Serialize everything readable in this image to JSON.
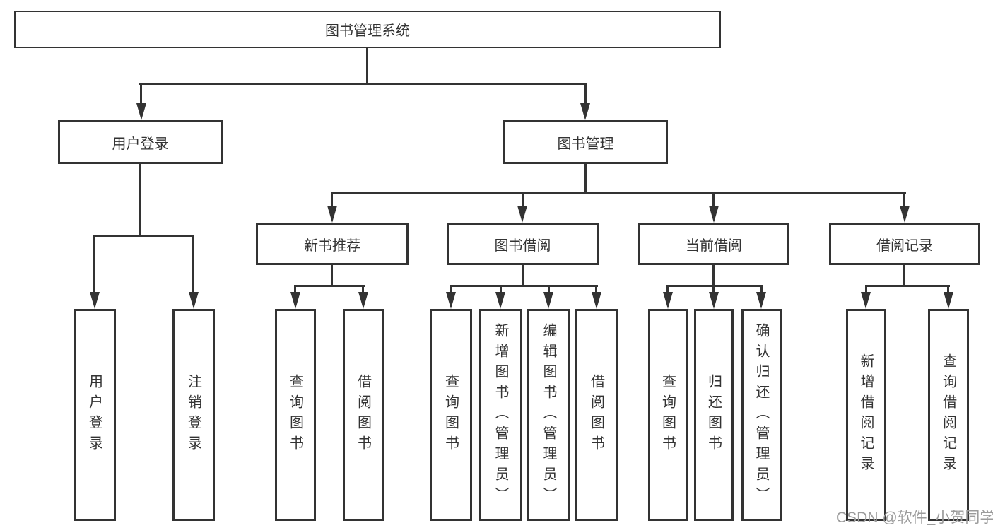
{
  "colors": {
    "line": "#333333",
    "box_border": "#333333",
    "text": "#333333",
    "background": "#ffffff",
    "watermark": "#9c9c9c"
  },
  "watermark": {
    "text": "CSDN @软件_小贺同学"
  },
  "tree": {
    "root": {
      "label": "图书管理系统"
    },
    "branches": [
      {
        "label": "用户登录",
        "leaves": [
          {
            "label": "用户登录"
          },
          {
            "label": "注销登录"
          }
        ]
      },
      {
        "label": "图书管理",
        "groups": [
          {
            "label": "新书推荐",
            "leaves": [
              {
                "label": "查询图书"
              },
              {
                "label": "借阅图书"
              }
            ]
          },
          {
            "label": "图书借阅",
            "leaves": [
              {
                "label": "查询图书"
              },
              {
                "label": "新增图书（管理员）"
              },
              {
                "label": "编辑图书（管理员）"
              },
              {
                "label": "借阅图书"
              }
            ]
          },
          {
            "label": "当前借阅",
            "leaves": [
              {
                "label": "查询图书"
              },
              {
                "label": "归还图书"
              },
              {
                "label": "确认归还（管理员）"
              }
            ]
          },
          {
            "label": "借阅记录",
            "leaves": [
              {
                "label": "新增借阅记录"
              },
              {
                "label": "查询借阅记录"
              }
            ]
          }
        ]
      }
    ]
  }
}
